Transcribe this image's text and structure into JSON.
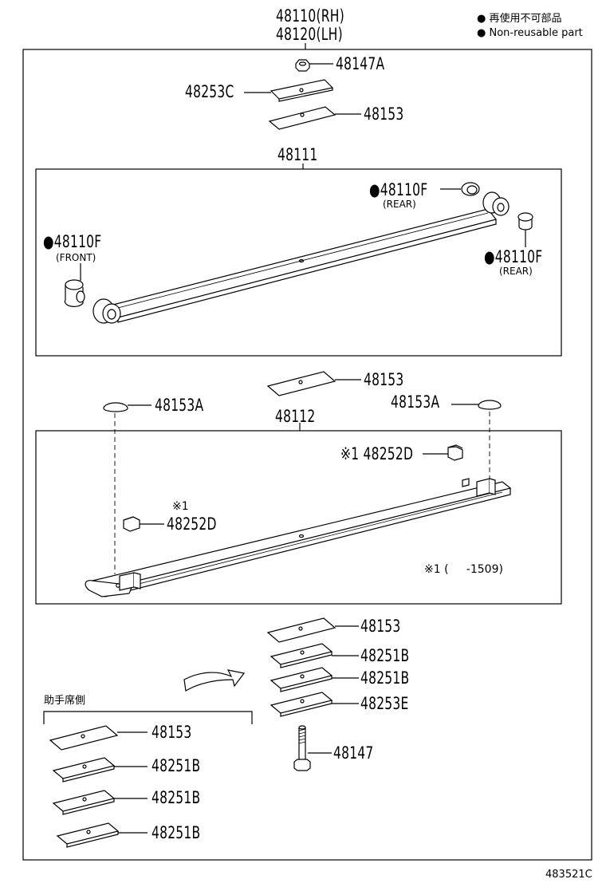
{
  "header": {
    "title_rh": "48110(RH)",
    "title_lh": "48120(LH)"
  },
  "legend": {
    "line1": "● 再使用不可部品",
    "line2": "● Non-reusable part"
  },
  "top_parts": {
    "nut": "48147A",
    "plate_c": "48253C",
    "plate": "48153"
  },
  "upper_leaf": {
    "title": "48111",
    "bush_rear_upper": "●48110F",
    "bush_rear_upper_note": "(REAR)",
    "bush_front": "●48110F",
    "bush_front_note": "(FRONT)",
    "bush_rear_lower": "●48110F",
    "bush_rear_lower_note": "(REAR)"
  },
  "middle_parts": {
    "plate": "48153",
    "cap_left": "48153A",
    "cap_right": "48153A"
  },
  "lower_leaf": {
    "title": "48112",
    "clip_right": "※1 48252D",
    "clip_left_mark": "※1",
    "clip_left": "48252D",
    "footnote": "※1 (     -1509)"
  },
  "bottom_stack": {
    "p1": "48153",
    "p2": "48251B",
    "p3": "48251B",
    "p4": "48253E",
    "bolt": "48147"
  },
  "passenger_side": {
    "heading": "助手席側",
    "p1": "48153",
    "p2": "48251B",
    "p3": "48251B",
    "p4": "48251B"
  },
  "footer": {
    "code": "483521C"
  }
}
